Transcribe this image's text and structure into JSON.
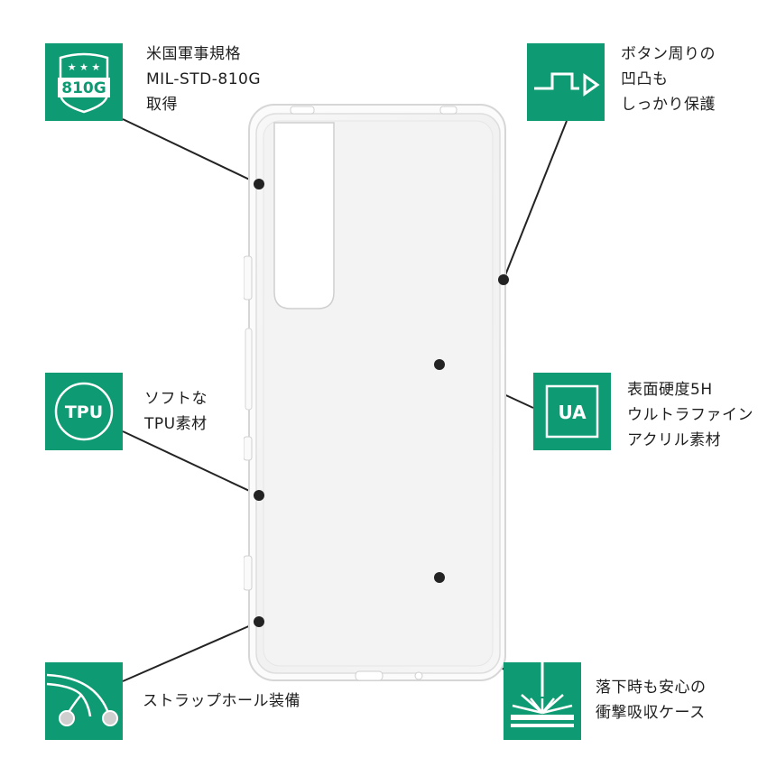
{
  "accent_color": "#0e9a73",
  "features": {
    "military": {
      "badge_text": "810G",
      "icon": "shield-stars-icon",
      "lines": [
        "米国軍事規格",
        "MIL-STD-810G",
        "取得"
      ]
    },
    "buttons": {
      "icon": "button-step-arrow-icon",
      "lines": [
        "ボタン周りの",
        "凹凸も",
        "しっかり保護"
      ]
    },
    "tpu": {
      "badge_text": "TPU",
      "icon": "tpu-circle-icon",
      "lines": [
        "ソフトな",
        "TPU素材"
      ]
    },
    "acrylic": {
      "badge_text": "UA",
      "icon": "ua-square-icon",
      "lines": [
        "表面硬度5H",
        "ウルトラファイン",
        "アクリル素材"
      ]
    },
    "strap": {
      "icon": "strap-hole-icon",
      "lines": [
        "ストラップホール装備"
      ]
    },
    "shock": {
      "icon": "impact-burst-icon",
      "lines": [
        "落下時も安心の",
        "衝撃吸収ケース"
      ]
    }
  }
}
